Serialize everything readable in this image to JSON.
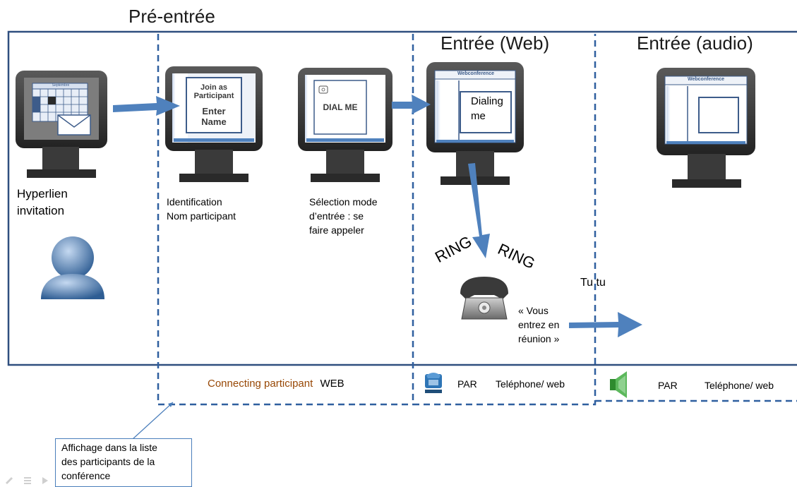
{
  "titles": {
    "pre_entree": "Pré-entrée",
    "entree_web": "Entrée (Web)",
    "entree_audio": "Entrée (audio)"
  },
  "screens": {
    "calendar_header": "Septembre",
    "join_line1": "Join as",
    "join_line2": "Participant",
    "enter_name_line1": "Enter",
    "enter_name_line2": "Name",
    "dial_me": "DIAL ME",
    "webconf_header_1": "Webconference",
    "dialing_line1": "Dialing",
    "dialing_line2": "me",
    "webconf_header_2": "Webconference"
  },
  "labels": {
    "hyperlien_1": "Hyperlien",
    "hyperlien_2": "invitation",
    "identification_1": "Identification",
    "identification_2": "Nom participant",
    "selection_1": "Sélection mode",
    "selection_2": "d’entrée : se",
    "selection_3": "faire appeler",
    "ring_left": "RING",
    "ring_right": "RING",
    "tutu": "Tu tu",
    "vous_1": "« Vous",
    "vous_2": "entrez en",
    "vous_3": "réunion »"
  },
  "status_row": {
    "connecting": "Connecting participant",
    "web": "WEB",
    "par_1": "PAR",
    "telephone_web_1": "Teléphone/ web",
    "par_2": "PAR",
    "telephone_web_2": "Teléphone/ web"
  },
  "callout": {
    "line1": "Affichage dans la  liste",
    "line2": "des participants de la",
    "line3": "conférence"
  },
  "colors": {
    "frame_blue": "#2f4f7f",
    "arrow_blue": "#4f81bd",
    "connecting_brown": "#984806",
    "dashed_blue": "#2f5f9f"
  }
}
